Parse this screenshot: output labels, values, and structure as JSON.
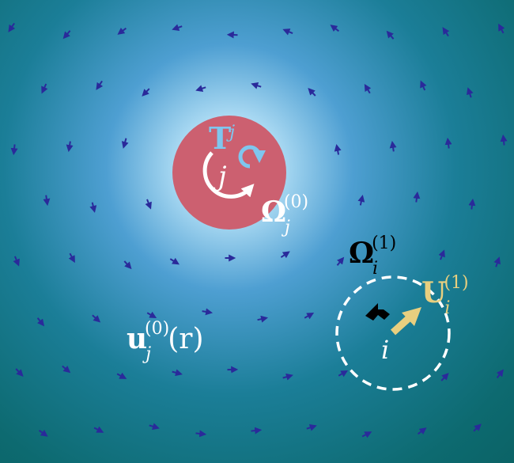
{
  "labels": {
    "torque": {
      "symbol": "T",
      "sub": "j"
    },
    "particle_j": "j",
    "omega_j": {
      "symbol": "Ω",
      "sub": "j",
      "sup": "(0)"
    },
    "omega_i": {
      "symbol": "Ω",
      "sub": "i",
      "sup": "(1)"
    },
    "velocity_i": {
      "symbol": "U",
      "sub": "i",
      "sup": "(1)"
    },
    "particle_i": "i",
    "flow_field": {
      "symbol": "u",
      "sub": "j",
      "sup": "(0)",
      "arg": "(r)"
    }
  },
  "colors": {
    "background_outer": "#0d6a6e",
    "background_glow": "#ffffff",
    "particle_j": "#cc6070",
    "torque": "#7fc6ee",
    "rotation_arrow": "#ffffff",
    "omega_i": "#000000",
    "velocity_i": "#e8cf7f",
    "flow_arrows": "#2a2a9a",
    "particle_i_outline": "#ffffff"
  }
}
